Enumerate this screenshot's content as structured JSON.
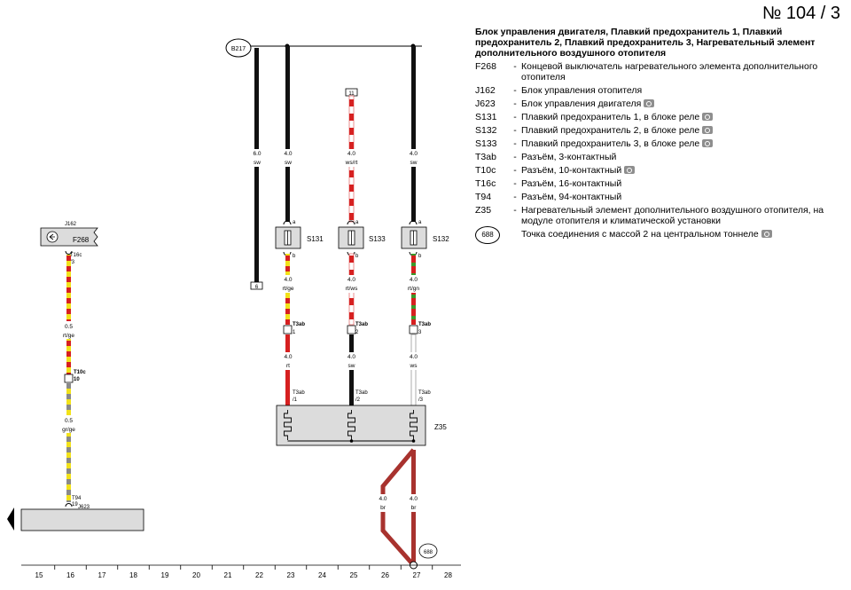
{
  "page_number": "№  104 / 3",
  "legend": {
    "title": "Блок управления двигателя, Плавкий предохранитель 1, Плавкий предохранитель 2, Плавкий предохранитель 3, Нагревательный элемент дополнительного воздушного отопителя",
    "items": [
      {
        "code": "F268",
        "desc": "Концевой выключатель нагревательного элемента дополнительного отопителя",
        "photo": false
      },
      {
        "code": "J162",
        "desc": "Блок управления отопителя",
        "photo": false
      },
      {
        "code": "J623",
        "desc": "Блок управления двигателя",
        "photo": true
      },
      {
        "code": "S131",
        "desc": "Плавкий предохранитель 1, в блоке реле",
        "photo": true
      },
      {
        "code": "S132",
        "desc": "Плавкий предохранитель 2, в блоке реле",
        "photo": true
      },
      {
        "code": "S133",
        "desc": "Плавкий предохранитель 3, в блоке реле",
        "photo": true
      },
      {
        "code": "T3ab",
        "desc": "Разъём, 3-контактный",
        "photo": false
      },
      {
        "code": "T10c",
        "desc": "Разъём, 10-контактный",
        "photo": true
      },
      {
        "code": "T16c",
        "desc": "Разъём, 16-контактный",
        "photo": false
      },
      {
        "code": "T94",
        "desc": "Разъём, 94-контактный",
        "photo": false
      },
      {
        "code": "Z35",
        "desc": "Нагревательный элемент дополнительного воздушного отопителя, на модуле отопителя и климатической установки",
        "photo": false
      },
      {
        "code": "688",
        "desc": "Точка соединения с массой 2 на центральном тоннеле",
        "photo": true,
        "circled": true
      }
    ]
  },
  "diagram": {
    "bus_label": "B217",
    "ref_box_6": "6",
    "ref_box_11": "11",
    "components": {
      "j162": "J162",
      "f268": "F268",
      "s131": "S131",
      "s133": "S133",
      "s132": "S132",
      "z35": "Z35",
      "ground": "688",
      "j623": "J623"
    },
    "wires": [
      {
        "id": "w-b217",
        "size": "6.0",
        "color": "sw"
      },
      {
        "id": "w-s131-in",
        "size": "4.0",
        "color": "sw"
      },
      {
        "id": "w-s133-in",
        "size": "4.0",
        "color": "ws/rt"
      },
      {
        "id": "w-s132-in",
        "size": "4.0",
        "color": "sw"
      },
      {
        "id": "w-s131-out",
        "size": "4.0",
        "color": "rt/ge"
      },
      {
        "id": "w-s133-out",
        "size": "4.0",
        "color": "rt/ws"
      },
      {
        "id": "w-s132-out",
        "size": "4.0",
        "color": "rt/gn"
      },
      {
        "id": "w-z35-1",
        "size": "4.0",
        "color": "rt"
      },
      {
        "id": "w-z35-2",
        "size": "4.0",
        "color": "sw"
      },
      {
        "id": "w-z35-3",
        "size": "4.0",
        "color": "ws"
      },
      {
        "id": "w-f268-1",
        "size": "0.5",
        "color": "rt/ge"
      },
      {
        "id": "w-f268-2",
        "size": "0.5",
        "color": "gr/ge"
      },
      {
        "id": "w-gnd-1",
        "size": "4.0",
        "color": "br"
      },
      {
        "id": "w-gnd-2",
        "size": "4.0",
        "color": "br"
      }
    ],
    "connectors": {
      "t16c": "T16c",
      "t16c_pin": "/3",
      "t10c": "T10c",
      "t10c_pin": "10",
      "t94": "T94",
      "t94_pin": "19",
      "t3ab": "T3ab",
      "pin1": "1",
      "pin2": "2",
      "pin3": "3",
      "z_pin1": "/1",
      "z_pin2": "/2",
      "z_pin3": "/3",
      "fuse_a": "a",
      "fuse_b": "b"
    },
    "grid_numbers": [
      "15",
      "16",
      "17",
      "18",
      "19",
      "20",
      "21",
      "22",
      "23",
      "24",
      "25",
      "26",
      "27",
      "28"
    ]
  },
  "colors": {
    "rt": "#d62020",
    "ge": "#f2e21a",
    "sw": "#111111",
    "ws": "#ffffff",
    "gn": "#3a9a2a",
    "gr": "#8a8a8a",
    "br": "#a8322e",
    "component_fill": "#dcdcdc"
  }
}
